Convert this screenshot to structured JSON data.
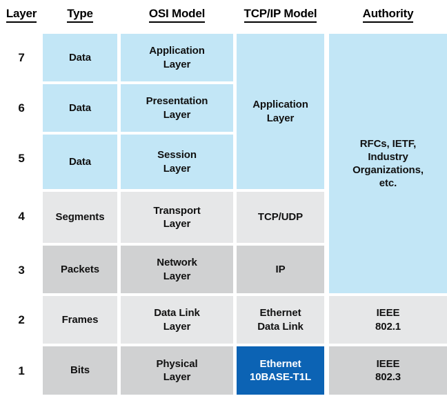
{
  "table": {
    "headers": [
      {
        "key": "layer",
        "label": "Layer"
      },
      {
        "key": "type",
        "label": "Type"
      },
      {
        "key": "osi",
        "label": "OSI Model"
      },
      {
        "key": "tcpip",
        "label": "TCP/IP Model"
      },
      {
        "key": "auth",
        "label": "Authority"
      }
    ],
    "rows": [
      {
        "layer": "7",
        "type": "Data",
        "osi": "Application\nLayer"
      },
      {
        "layer": "6",
        "type": "Data",
        "osi": "Presentation\nLayer"
      },
      {
        "layer": "5",
        "type": "Data",
        "osi": "Session\nLayer"
      },
      {
        "layer": "4",
        "type": "Segments",
        "osi": "Transport\nLayer"
      },
      {
        "layer": "3",
        "type": "Packets",
        "osi": "Network\nLayer"
      },
      {
        "layer": "2",
        "type": "Frames",
        "osi": "Data Link\nLayer"
      },
      {
        "layer": "1",
        "type": "Bits",
        "osi": "Physical\nLayer"
      }
    ],
    "tcpip_cells": [
      {
        "label": "Application\nLayer",
        "spans_layers": "7-5"
      },
      {
        "label": "TCP/UDP",
        "spans_layers": "4"
      },
      {
        "label": "IP",
        "spans_layers": "3"
      },
      {
        "label": "Ethernet\nData Link",
        "spans_layers": "2"
      },
      {
        "label": "Ethernet\n10BASE-T1L",
        "spans_layers": "1",
        "highlighted": true
      }
    ],
    "authority_cells": [
      {
        "label": "RFCs, IETF,\nIndustry\nOrganizations,\netc.",
        "spans_layers": "7-3"
      },
      {
        "label": "IEEE\n802.1",
        "spans_layers": "2"
      },
      {
        "label": "IEEE\n802.3",
        "spans_layers": "1"
      }
    ]
  },
  "colors": {
    "blue_fill": "#c2e6f6",
    "gray_light": "#e6e7e8",
    "gray_dark": "#d0d1d2",
    "accent_blue": "#0c63b4",
    "accent_text": "#ffffff",
    "text": "#111111",
    "background": "#ffffff"
  }
}
